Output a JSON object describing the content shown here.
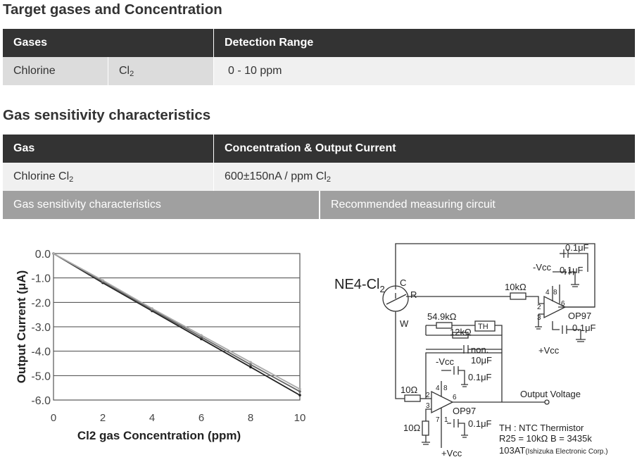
{
  "section1": {
    "title": "Target gases and Concentration",
    "headers": [
      "Gases",
      "Detection Range"
    ],
    "row": {
      "gas": "Chlorine",
      "formula": "Cl",
      "formula_sub": "2",
      "range": "0 - 10 ppm"
    }
  },
  "section2": {
    "title": "Gas sensitivity characteristics",
    "headers": [
      "Gas",
      "Concentration & Output Current"
    ],
    "row": {
      "gas": "Chlorine Cl",
      "gas_sub": "2",
      "value": "600±150nA / ppm Cl",
      "value_sub": "2"
    },
    "subheaders": [
      "Gas sensitivity characteristics",
      "Recommended measuring circuit"
    ]
  },
  "chart_data": {
    "type": "line",
    "title": "",
    "xlabel": "Cl2 gas Concentration (ppm)",
    "ylabel": "Output Current (μA)",
    "xlim": [
      0,
      10
    ],
    "ylim": [
      -6.0,
      0.0
    ],
    "x_ticks": [
      "0",
      "2",
      "4",
      "6",
      "8",
      "10"
    ],
    "y_ticks": [
      "0.0",
      "-1.0",
      "-2.0",
      "-3.0",
      "-4.0",
      "-5.0",
      "-6.0"
    ],
    "grid": "horizontal",
    "legend": "none",
    "series": [
      {
        "x": [
          0,
          2,
          4,
          6,
          8,
          10
        ],
        "y": [
          0,
          -1.2,
          -2.35,
          -3.5,
          -4.65,
          -5.8
        ]
      },
      {
        "x": [
          0,
          2,
          4,
          6,
          8,
          10
        ],
        "y": [
          0,
          -1.15,
          -2.3,
          -3.42,
          -4.55,
          -5.65
        ]
      },
      {
        "x": [
          0,
          2,
          4,
          6,
          8,
          10
        ],
        "y": [
          0,
          -1.1,
          -2.25,
          -3.35,
          -4.45,
          -5.55
        ]
      }
    ],
    "colors": [
      "#222222",
      "#666666",
      "#aaaaaa"
    ]
  },
  "circuit": {
    "sensor": "NE4-Cl",
    "sensor_sub": "2",
    "pin_c": "C",
    "pin_r": "R",
    "pin_w": "W",
    "r_10k": "10kΩ",
    "r_549k": "54.9kΩ",
    "r_12k": "12kΩ",
    "th": "TH",
    "non": "non.",
    "c_10u": "10μF",
    "vcc_minus_top": "-Vcc",
    "c_01u_a": "0.1μF",
    "c_01u_b": "0.1μF",
    "c_01u_c": "0.1μF",
    "c_01u_d": "0.1μF",
    "c_01u_e": "0.1μF",
    "vcc_minus_bottom": "-Vcc",
    "vcc_plus_top": "+Vcc",
    "vcc_plus_bottom": "+Vcc",
    "op_top": "OP97",
    "op_bottom": "OP97",
    "r_10_a": "10Ω",
    "r_10_b": "10Ω",
    "output": "Output Voltage",
    "pin4": "4",
    "pin8": "8",
    "pin2": "2",
    "pin3": "3",
    "pin6": "6",
    "pin4b": "4",
    "pin8b": "8",
    "pin2b": "2",
    "pin3b": "3",
    "pin6b": "6",
    "pin7b": "7",
    "pin1b": "1",
    "note1": "TH : NTC Thermistor",
    "note2": "R25 = 10kΩ B = 3435k",
    "note3": "103AT",
    "note3_small": "(Ishizuka Electronic Corp.)"
  }
}
